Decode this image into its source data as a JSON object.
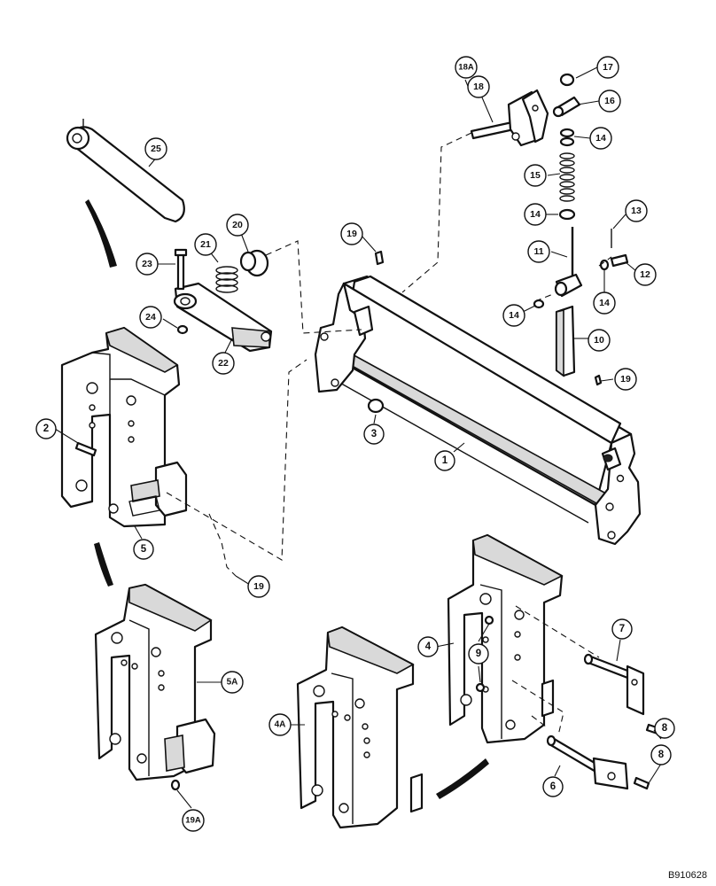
{
  "figure": {
    "reference_code": "B910628",
    "callouts": [
      {
        "id": "c1",
        "label": "1"
      },
      {
        "id": "c2",
        "label": "2"
      },
      {
        "id": "c3",
        "label": "3"
      },
      {
        "id": "c4",
        "label": "4"
      },
      {
        "id": "c4a",
        "label": "4A"
      },
      {
        "id": "c5",
        "label": "5"
      },
      {
        "id": "c5a",
        "label": "5A"
      },
      {
        "id": "c6",
        "label": "6"
      },
      {
        "id": "c7",
        "label": "7"
      },
      {
        "id": "c8a",
        "label": "8"
      },
      {
        "id": "c8b",
        "label": "8"
      },
      {
        "id": "c9",
        "label": "9"
      },
      {
        "id": "c10",
        "label": "10"
      },
      {
        "id": "c11",
        "label": "11"
      },
      {
        "id": "c12",
        "label": "12"
      },
      {
        "id": "c13",
        "label": "13"
      },
      {
        "id": "c14a",
        "label": "14"
      },
      {
        "id": "c14b",
        "label": "14"
      },
      {
        "id": "c14c",
        "label": "14"
      },
      {
        "id": "c14d",
        "label": "14"
      },
      {
        "id": "c15",
        "label": "15"
      },
      {
        "id": "c16",
        "label": "16"
      },
      {
        "id": "c17",
        "label": "17"
      },
      {
        "id": "c18",
        "label": "18"
      },
      {
        "id": "c18a",
        "label": "18A"
      },
      {
        "id": "c19a",
        "label": "19"
      },
      {
        "id": "c19b",
        "label": "19"
      },
      {
        "id": "c19c",
        "label": "19"
      },
      {
        "id": "c19d",
        "label": "19A"
      },
      {
        "id": "c20",
        "label": "20"
      },
      {
        "id": "c21",
        "label": "21"
      },
      {
        "id": "c22",
        "label": "22"
      },
      {
        "id": "c23",
        "label": "23"
      },
      {
        "id": "c24",
        "label": "24"
      },
      {
        "id": "c25",
        "label": "25"
      }
    ]
  }
}
